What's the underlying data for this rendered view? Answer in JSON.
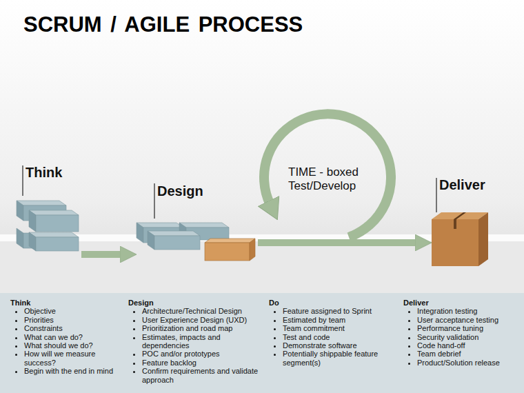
{
  "diagram": {
    "title": "SCRUM / AGILE PROCESS",
    "nodes": [
      {
        "text": [
          "Think"
        ]
      },
      {
        "text": [
          "Design"
        ]
      },
      {
        "text": [
          "Deliver"
        ]
      }
    ],
    "edges": [
      {
        "from": 0,
        "to": 1,
        "arrow": "to"
      },
      {
        "from": 1,
        "to": 2,
        "arrow": "to",
        "label": "TIME - boxed Test/Develop"
      }
    ],
    "labels": [
      "Think",
      "Objective",
      "Priorities",
      "Constraints",
      "What can we do?",
      "What should we do?",
      "How will we measure success?",
      "Begin with the end in mind",
      "Design",
      "Architecture/Technical Design",
      "User Experience Design (UXD)",
      "Prioritization and road map",
      "Estimates, impacts and dependencies",
      "POC and/or prototypes",
      "Feature backlog",
      "Confirm requirements and validate approach",
      "Do",
      "Feature assigned to Sprint",
      "Estimated by team",
      "Team commitment",
      "Test and code",
      "Demonstrate software",
      "Potentially shippable feature segment(s)",
      "Deliver",
      "Integration testing",
      "User acceptance testing",
      "Performance tuning",
      "Security validation",
      "Code hand-off",
      "Team debrief",
      "Product/Solution release"
    ]
  }
}
